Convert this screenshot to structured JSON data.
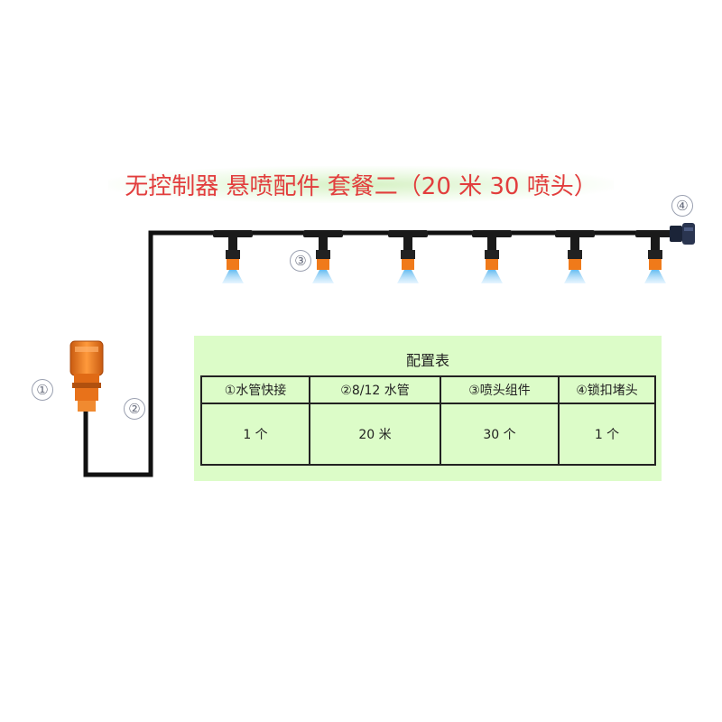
{
  "title": "无控制器 悬喷配件 套餐二（20 米 30 喷头）",
  "callouts": [
    "①",
    "②",
    "③",
    "④"
  ],
  "config_table": {
    "title": "配置表",
    "headers": [
      "①水管快接",
      "②8/12 水管",
      "③喷头组件",
      "④锁扣堵头"
    ],
    "values": [
      "1 个",
      "20 米",
      "30 个",
      "1 个"
    ]
  },
  "colors": {
    "title": "#e23d3d",
    "pipe": "#111111",
    "connector": "#f07a1a",
    "mist": "#8fd0f0",
    "table_bg": "#dcfcc8"
  },
  "icons": [
    "quick-connector-icon",
    "sprinkler-nozzle-icon",
    "end-plug-icon"
  ]
}
